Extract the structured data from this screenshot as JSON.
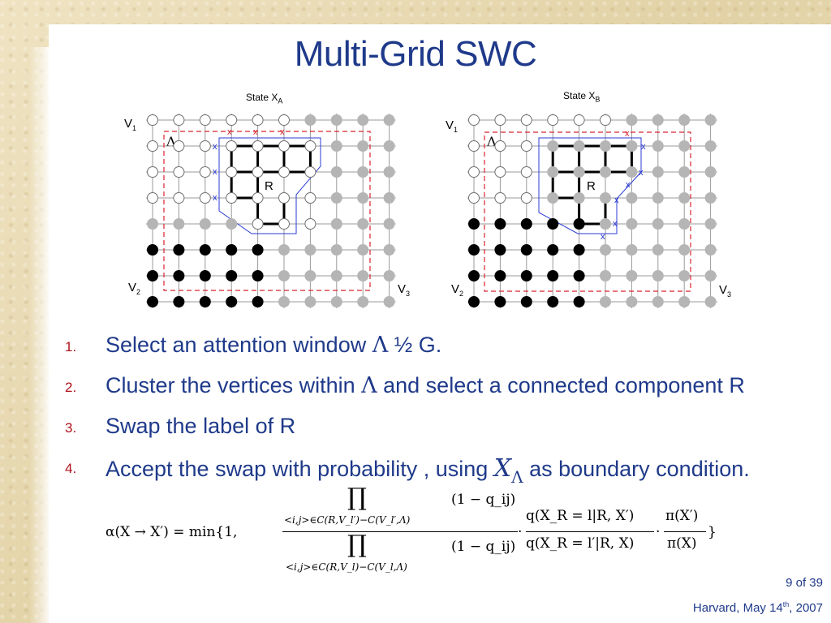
{
  "slide": {
    "title": "Multi-Grid SWC",
    "page": "9 of 39",
    "footer_main": "Harvard, May 14",
    "footer_sup": "th",
    "footer_tail": ", 2007"
  },
  "figure": {
    "left": {
      "state_label": "State X",
      "state_sub": "A",
      "v1": "V",
      "v1_sub": "1",
      "v2": "V",
      "v2_sub": "2",
      "v3": "V",
      "v3_sub": "3",
      "lambda": "Λ",
      "region": "R",
      "white_rows": [
        [
          1,
          1,
          1,
          1,
          1,
          1,
          0,
          0,
          0,
          0
        ],
        [
          1,
          1,
          1,
          1,
          1,
          1,
          1,
          0,
          0,
          0
        ],
        [
          1,
          1,
          1,
          1,
          1,
          1,
          1,
          0,
          0,
          0
        ],
        [
          1,
          1,
          1,
          1,
          1,
          1,
          1,
          0,
          0,
          0
        ],
        [
          0,
          0,
          0,
          0,
          1,
          1,
          1,
          0,
          0,
          0
        ]
      ]
    },
    "right": {
      "state_label": "State X",
      "state_sub": "B",
      "v1": "V",
      "v1_sub": "1",
      "v2": "V",
      "v2_sub": "2",
      "v3": "V",
      "v3_sub": "3",
      "lambda": "Λ",
      "region": "R"
    },
    "colors": {
      "window": "#d9232d",
      "boundary": "#2b3bd6",
      "cut_mark_red": "#d9232d",
      "cut_mark_blue": "#1f2fd0"
    },
    "cut_mark": "x"
  },
  "steps": [
    {
      "num": "1.",
      "pre": "Select an attention window ",
      "sym": "Λ",
      "post": " ½ G."
    },
    {
      "num": "2.",
      "pre": "Cluster the vertices within ",
      "sym": "Λ",
      "post": " and select a connected component R"
    },
    {
      "num": "3.",
      "pre": "Swap the label of R",
      "sym": "",
      "post": ""
    },
    {
      "num": "4.",
      "pre": "Accept the swap with probability , using ",
      "sym": "X",
      "post": " as boundary condition.",
      "sym_sub": "Λ"
    }
  ],
  "formula": {
    "lhs": "α(X → X′) = min{1,",
    "prod": "∏",
    "num_sub": "<i,j>∈C(R,V_l′)−C(V_l′,Λ)",
    "num_factor": "(1 − q_ij)",
    "den_sub": "<i,j>∈C(R,V_l)−C(V_l,Λ)",
    "den_factor": "(1 − q_ij)",
    "q_num": "q(X_R = l|R, X′)",
    "q_den": "q(X_R = l′|R, X)",
    "pi_num": "π(X′)",
    "pi_den": "π(X)",
    "close": "}",
    "dot": "·"
  }
}
